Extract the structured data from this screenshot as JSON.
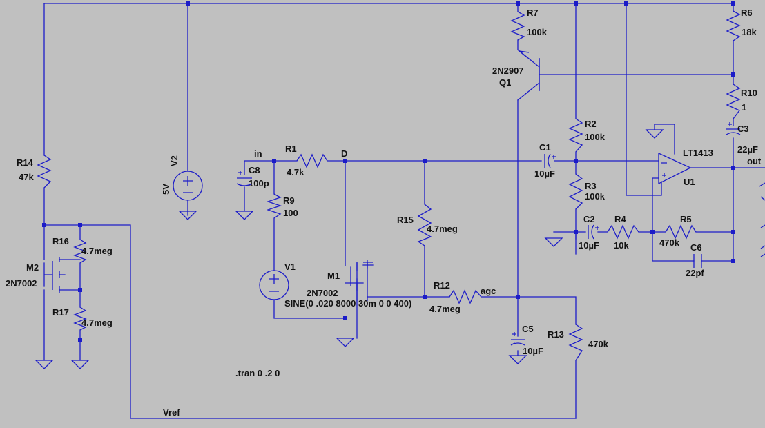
{
  "components": {
    "R1": {
      "ref": "R1",
      "value": "4.7k"
    },
    "R2": {
      "ref": "R2",
      "value": "100k"
    },
    "R3": {
      "ref": "R3",
      "value": "100k"
    },
    "R4": {
      "ref": "R4",
      "value": "10k"
    },
    "R5": {
      "ref": "R5",
      "value": "470k"
    },
    "R6": {
      "ref": "R6",
      "value": "18k"
    },
    "R7": {
      "ref": "R7",
      "value": "100k"
    },
    "R9": {
      "ref": "R9",
      "value": "100"
    },
    "R10": {
      "ref": "R10",
      "value": "1"
    },
    "R12": {
      "ref": "R12",
      "value": "4.7meg"
    },
    "R13": {
      "ref": "R13",
      "value": "470k"
    },
    "R14": {
      "ref": "R14",
      "value": "47k"
    },
    "R15": {
      "ref": "R15",
      "value": "4.7meg"
    },
    "R16": {
      "ref": "R16",
      "value": "4.7meg"
    },
    "R17": {
      "ref": "R17",
      "value": "4.7meg"
    },
    "C1": {
      "ref": "C1",
      "value": "10µF"
    },
    "C2": {
      "ref": "C2",
      "value": "10µF"
    },
    "C3": {
      "ref": "C3",
      "value": "22µF"
    },
    "C5": {
      "ref": "C5",
      "value": "10µF"
    },
    "C6": {
      "ref": "C6",
      "value": "22pf"
    },
    "C8": {
      "ref": "C8",
      "value": "100p"
    },
    "Q1": {
      "ref": "Q1",
      "value": "2N2907"
    },
    "M1": {
      "ref": "M1",
      "value": "2N7002"
    },
    "M2": {
      "ref": "M2",
      "value": "2N7002"
    },
    "U1": {
      "ref": "U1",
      "value": "LT1413"
    },
    "V1": {
      "ref": "V1",
      "value": "SINE(0 .020 8000 30m 0 0 400)"
    },
    "V2": {
      "ref": "V2",
      "value": "5V"
    }
  },
  "nets": {
    "in": "in",
    "D": "D",
    "agc": "agc",
    "out": "out",
    "vref": "Vref"
  },
  "directive": ".tran 0 .2 0",
  "colors": {
    "background": "#c0c0c0",
    "wire": "#1c1cc8",
    "text": "#111111"
  }
}
